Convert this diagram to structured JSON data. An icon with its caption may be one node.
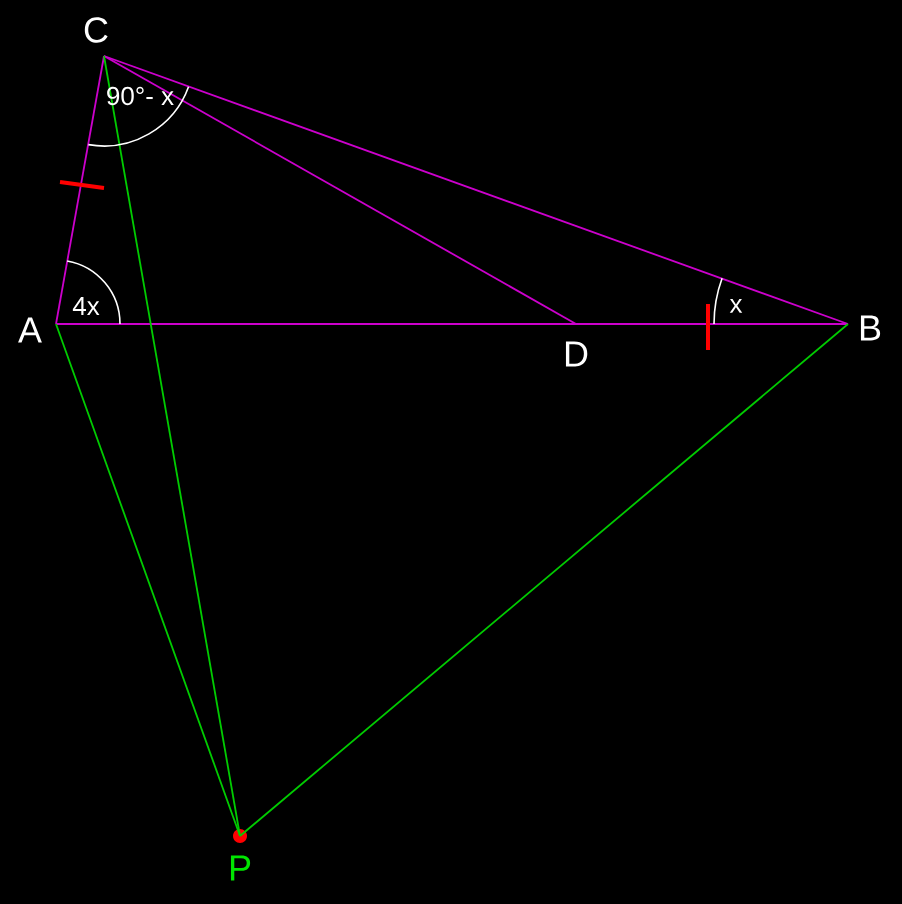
{
  "diagram": {
    "nodes": [
      {
        "text": [
          "C"
        ]
      },
      {
        "text": [
          "A"
        ]
      },
      {
        "text": [
          "D"
        ]
      },
      {
        "text": [
          "B"
        ]
      },
      {
        "text": [
          "P"
        ]
      }
    ],
    "edges": [
      {
        "from": 1,
        "to": 0,
        "arrow": "none"
      },
      {
        "from": 0,
        "to": 3,
        "arrow": "none"
      },
      {
        "from": 0,
        "to": 2,
        "arrow": "none"
      },
      {
        "from": 1,
        "to": 3,
        "arrow": "none"
      },
      {
        "from": 1,
        "to": 4,
        "arrow": "none",
        "color": "#00cc00"
      },
      {
        "from": 0,
        "to": 4,
        "arrow": "none",
        "color": "#00cc00"
      },
      {
        "from": 3,
        "to": 4,
        "arrow": "none",
        "color": "#00cc00"
      }
    ],
    "labels": [
      "90°- x",
      "4x",
      "x"
    ]
  }
}
